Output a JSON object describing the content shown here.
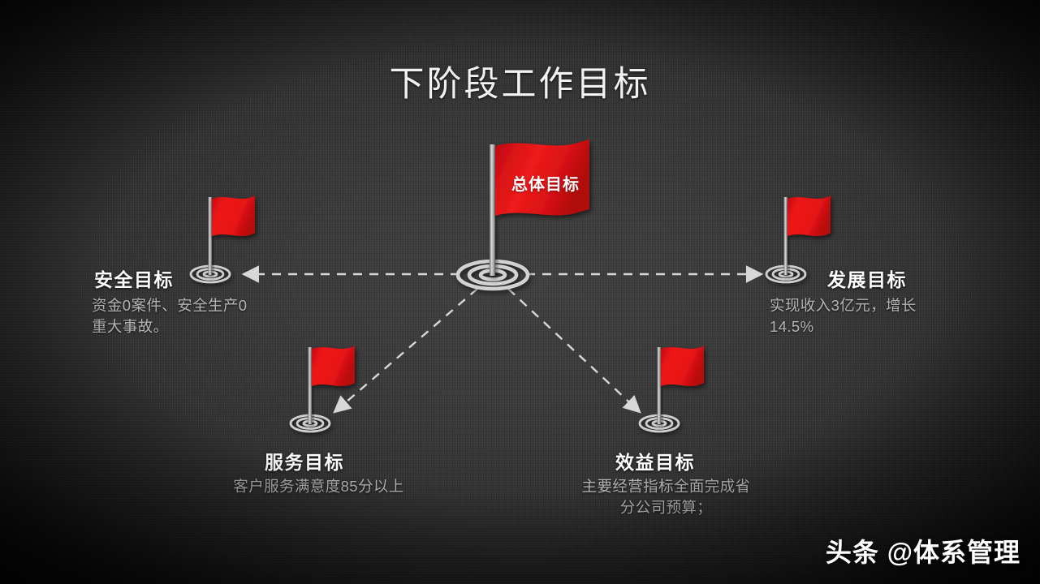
{
  "slide": {
    "title": "下阶段工作目标",
    "background_color": "#363636",
    "accent_color": "#e00e0e",
    "title_color": "#f2f2f2",
    "desc_color": "#b4b4b4"
  },
  "center": {
    "flag_label": "总体目标",
    "icon": "red-flag-icon",
    "target_icon": "bullseye-target-icon"
  },
  "nodes": [
    {
      "id": "safety",
      "title": "安全目标",
      "desc": "资金0案件、安全生产0重大事故。",
      "flag_icon": "red-flag-icon",
      "target_icon": "bullseye-target-icon",
      "connector": "dashed-arrow-left"
    },
    {
      "id": "development",
      "title": "发展目标",
      "desc": "实现收入3亿元，增长14.5%",
      "flag_icon": "red-flag-icon",
      "target_icon": "bullseye-target-icon",
      "connector": "dashed-arrow-right"
    },
    {
      "id": "service",
      "title": "服务目标",
      "desc": "客户服务满意度85分以上",
      "flag_icon": "red-flag-icon",
      "target_icon": "bullseye-target-icon",
      "connector": "dashed-arrow-down-left"
    },
    {
      "id": "efficiency",
      "title": "效益目标",
      "desc": "主要经营指标全面完成省分公司预算；",
      "flag_icon": "red-flag-icon",
      "target_icon": "bullseye-target-icon",
      "connector": "dashed-arrow-down-right"
    }
  ],
  "watermark": {
    "brand": "头条",
    "handle": "@体系管理"
  }
}
